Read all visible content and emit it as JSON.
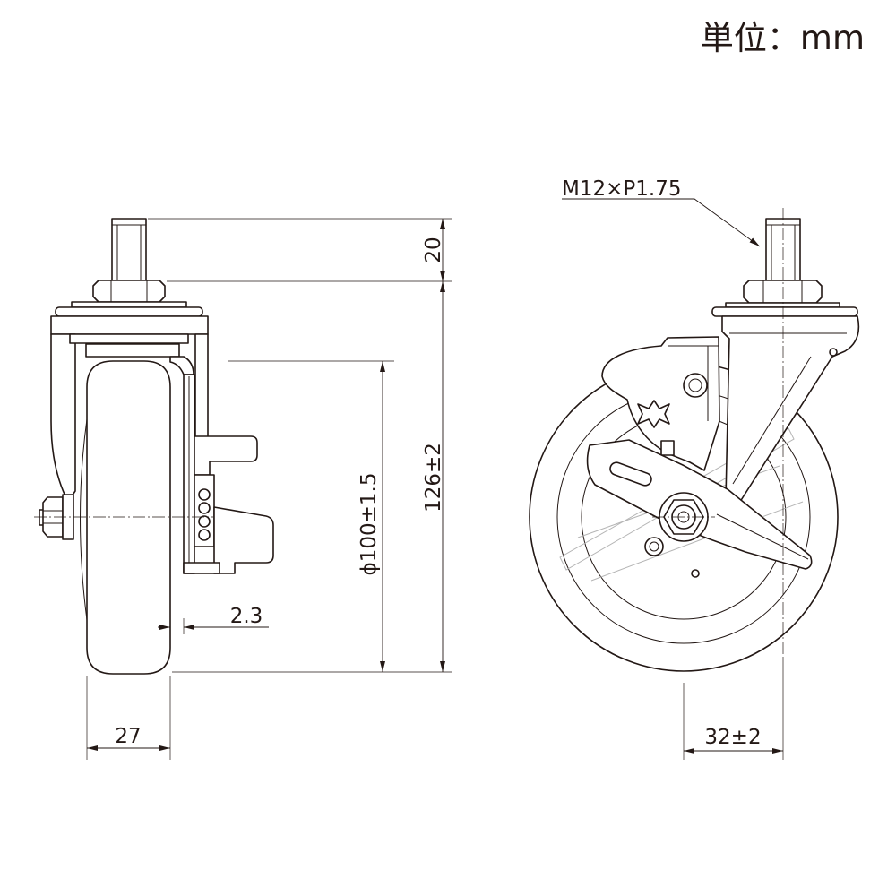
{
  "unit_label": "単位：mm",
  "dimensions": {
    "thread_spec": "M12×P1.75",
    "stem_length": "20",
    "overall_height": "126±2",
    "wheel_diameter": "ϕ100±1.5",
    "brake_gap": "2.3",
    "wheel_width": "27",
    "swivel_offset": "32±2"
  },
  "colors": {
    "line": "#231815",
    "ghost": "#b5b5b5"
  }
}
